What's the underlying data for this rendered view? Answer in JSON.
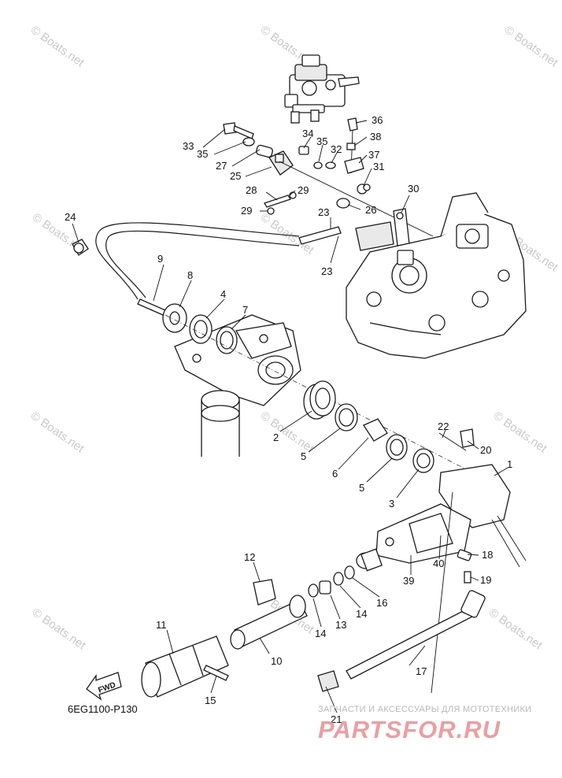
{
  "diagram": {
    "code": "6EG1100-P130",
    "fwd_label": "FWD",
    "watermark_text": "© Boats.net",
    "callouts": [
      {
        "id": "c1",
        "label": "1"
      },
      {
        "id": "c2",
        "label": "2"
      },
      {
        "id": "c3",
        "label": "3"
      },
      {
        "id": "c4",
        "label": "4"
      },
      {
        "id": "c5a",
        "label": "5"
      },
      {
        "id": "c5b",
        "label": "5"
      },
      {
        "id": "c6",
        "label": "6"
      },
      {
        "id": "c7",
        "label": "7"
      },
      {
        "id": "c8",
        "label": "8"
      },
      {
        "id": "c9",
        "label": "9"
      },
      {
        "id": "c10",
        "label": "10"
      },
      {
        "id": "c11",
        "label": "11"
      },
      {
        "id": "c12",
        "label": "12"
      },
      {
        "id": "c13",
        "label": "13"
      },
      {
        "id": "c14a",
        "label": "14"
      },
      {
        "id": "c14b",
        "label": "14"
      },
      {
        "id": "c15",
        "label": "15"
      },
      {
        "id": "c16",
        "label": "16"
      },
      {
        "id": "c17",
        "label": "17"
      },
      {
        "id": "c18",
        "label": "18"
      },
      {
        "id": "c19",
        "label": "19"
      },
      {
        "id": "c20",
        "label": "20"
      },
      {
        "id": "c21",
        "label": "21"
      },
      {
        "id": "c22",
        "label": "22"
      },
      {
        "id": "c23a",
        "label": "23"
      },
      {
        "id": "c23b",
        "label": "23"
      },
      {
        "id": "c24",
        "label": "24"
      },
      {
        "id": "c25",
        "label": "25"
      },
      {
        "id": "c26",
        "label": "26"
      },
      {
        "id": "c27",
        "label": "27"
      },
      {
        "id": "c28",
        "label": "28"
      },
      {
        "id": "c29a",
        "label": "29"
      },
      {
        "id": "c29b",
        "label": "29"
      },
      {
        "id": "c30",
        "label": "30"
      },
      {
        "id": "c31",
        "label": "31"
      },
      {
        "id": "c32",
        "label": "32"
      },
      {
        "id": "c33",
        "label": "33"
      },
      {
        "id": "c34",
        "label": "34"
      },
      {
        "id": "c35a",
        "label": "35"
      },
      {
        "id": "c35b",
        "label": "35"
      },
      {
        "id": "c36",
        "label": "36"
      },
      {
        "id": "c37",
        "label": "37"
      },
      {
        "id": "c38",
        "label": "38"
      },
      {
        "id": "c39",
        "label": "39"
      },
      {
        "id": "c40",
        "label": "40"
      }
    ]
  },
  "branding": {
    "tagline": "ЗАПЧАСТИ И АКСЕССУАРЫ ДЛЯ МОТОТЕХНИКИ",
    "site": "PARTSFOR.RU",
    "accent_color": "#e8a0a3"
  }
}
